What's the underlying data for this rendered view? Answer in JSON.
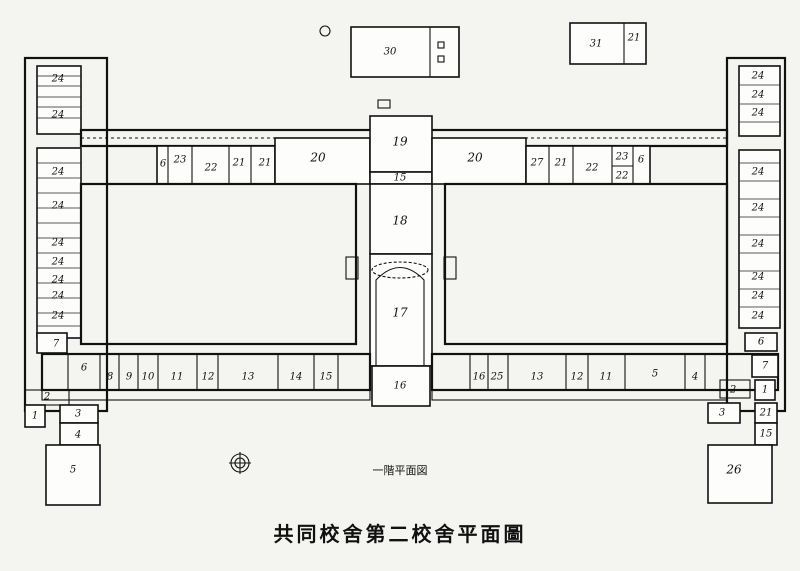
{
  "title": "共同校舍第二校舍平面圖",
  "floor_label": "一階平面図",
  "rooms": {
    "r30": "30",
    "r31": "31",
    "r31b": "21",
    "r19": "19",
    "r15c": "15",
    "r18": "18",
    "r17": "17",
    "r16": "16",
    "r20l": "20",
    "r20r": "20",
    "r6l": "6",
    "r23l": "23",
    "r22l": "22",
    "r21l1": "21",
    "r21l2": "21",
    "r27": "27",
    "r21r": "21",
    "r22r1": "22",
    "r23r": "23",
    "r22r2": "22",
    "r6r": "6",
    "lw24a": "24",
    "lw24b": "24",
    "lw24c": "24",
    "lw24d": "24",
    "lw24e": "24",
    "lw24f": "24",
    "lw24g": "24",
    "lw24h": "24",
    "lw24i": "24",
    "lw7": "7",
    "rw24a": "24",
    "rw24b": "24",
    "rw24c": "24",
    "rw24d": "24",
    "rw24e": "24",
    "rw24f": "24",
    "rw24g": "24",
    "rw24h": "24",
    "rw24i": "24",
    "rw6": "6",
    "s6": "6",
    "s8": "8",
    "s9": "9",
    "s10": "10",
    "s11": "11",
    "s12": "12",
    "s13": "13",
    "s14": "14",
    "s15": "15",
    "s16": "16",
    "s25": "25",
    "s13r": "13",
    "s12r": "12",
    "s11r": "11",
    "s5r": "5",
    "s4r": "4",
    "l2": "2",
    "l1": "1",
    "l3": "3",
    "l4": "4",
    "l5": "5",
    "r7": "7",
    "r2": "2",
    "r1": "1",
    "r3": "3",
    "r21b": "21",
    "r15b": "15",
    "r26": "26"
  }
}
